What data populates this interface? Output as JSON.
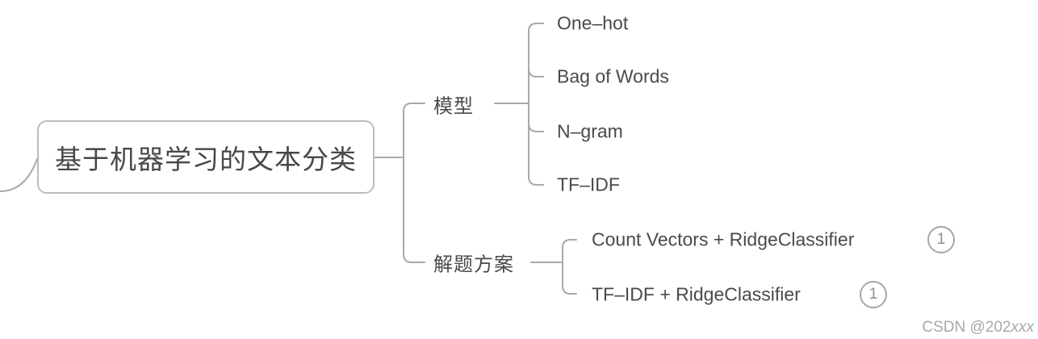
{
  "root": {
    "label": "基于机器学习的文本分类"
  },
  "branches": [
    {
      "label": "模型",
      "children": [
        {
          "label": "One–hot"
        },
        {
          "label": "Bag of Words"
        },
        {
          "label": "N–gram"
        },
        {
          "label": "TF–IDF"
        }
      ]
    },
    {
      "label": "解题方案",
      "children": [
        {
          "label": "Count Vectors + RidgeClassifier",
          "badge": "1"
        },
        {
          "label": "TF–IDF + RidgeClassifier",
          "badge": "1"
        }
      ]
    }
  ],
  "watermark": {
    "prefix": "CSDN @202",
    "suffix": "xxx"
  },
  "colors": {
    "connector": "#a9a9a9",
    "node_text": "#4a4a4a",
    "root_border": "#bcbcbc",
    "badge_border": "#a6a6a6",
    "badge_text": "#8f8f8f",
    "watermark_text": "#a4a9ad"
  }
}
